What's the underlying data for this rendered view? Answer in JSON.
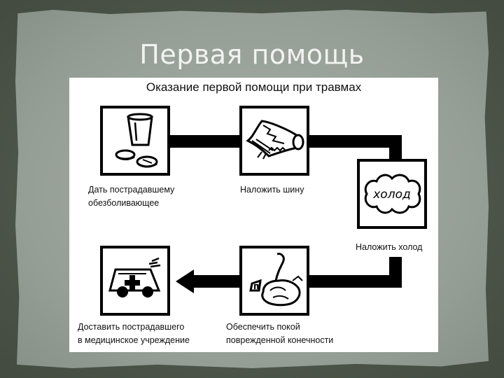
{
  "slide": {
    "title": "Первая помощь"
  },
  "diagram": {
    "title": "Оказание первой помощи при травмах",
    "steps": [
      {
        "label_lines": [
          "Дать пострадавшему",
          "обезболивающее"
        ],
        "icon": "painkiller-icon"
      },
      {
        "label_lines": [
          "Наложить шину"
        ],
        "icon": "splint-icon"
      },
      {
        "label_lines": [
          "Наложить холод"
        ],
        "icon": "cold-icon",
        "icon_text": "холод"
      },
      {
        "label_lines": [
          "Обеспечить покой",
          "поврежденной конечности"
        ],
        "icon": "rested-limb-icon"
      },
      {
        "label_lines": [
          "Доставить пострадавшего",
          "в медицинское учреждение"
        ],
        "icon": "ambulance-icon"
      }
    ]
  }
}
